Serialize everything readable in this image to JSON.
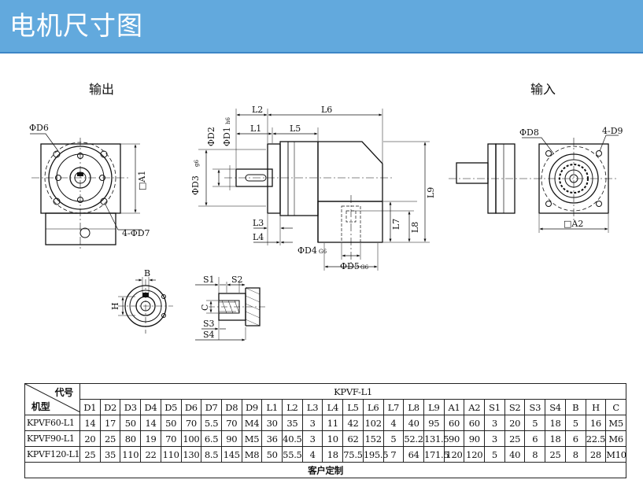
{
  "header": {
    "title": "电机尺寸图"
  },
  "views": {
    "output_label": "输出",
    "input_label": "输入"
  },
  "dims": {
    "D6": "ΦD6",
    "D7": "4-ΦD7",
    "A1": "□A1",
    "L2": "L2",
    "L6": "L6",
    "L1": "L1",
    "L5": "L5",
    "D2": "ΦD2",
    "D1": "ΦD1",
    "D1_fit": "h6",
    "D3": "ΦD3",
    "D3_fit": "g6",
    "L9": "L9",
    "L7": "L7",
    "L8": "L8",
    "L3": "L3",
    "L4": "L4",
    "D4": "ΦD4",
    "D4_fit": "G6",
    "D5": "ΦD5",
    "D5_fit": "G6",
    "D8": "ΦD8",
    "D9": "4-D9",
    "A2": "□A2",
    "B": "B",
    "H": "H",
    "S1": "S1",
    "S2": "S2",
    "C": "C",
    "S3": "S3",
    "S4": "S4"
  },
  "table": {
    "corner_top": "代号",
    "corner_bottom": "机型",
    "series_title": "KPVF-L1",
    "columns": [
      "D1",
      "D2",
      "D3",
      "D4",
      "D5",
      "D6",
      "D7",
      "D8",
      "D9",
      "L1",
      "L2",
      "L3",
      "L4",
      "L5",
      "L6",
      "L7",
      "L8",
      "L9",
      "A1",
      "A2",
      "S1",
      "S2",
      "S3",
      "S4",
      "B",
      "H",
      "C"
    ],
    "rows": [
      {
        "model": "KPVF60-L1",
        "values": [
          "14",
          "17",
          "50",
          "14",
          "50",
          "70",
          "5.5",
          "70",
          "M4",
          "30",
          "35",
          "3",
          "11",
          "42",
          "102",
          "4",
          "40",
          "95",
          "60",
          "60",
          "3",
          "20",
          "5",
          "18",
          "5",
          "16",
          "M5"
        ]
      },
      {
        "model": "KPVF90-L1",
        "values": [
          "20",
          "25",
          "80",
          "19",
          "70",
          "100",
          "6.5",
          "90",
          "M5",
          "36",
          "40.5",
          "3",
          "10",
          "62",
          "152",
          "5",
          "52.2",
          "131.5",
          "90",
          "90",
          "3",
          "25",
          "6",
          "18",
          "6",
          "22.5",
          "M6"
        ]
      },
      {
        "model": "KPVF120-L1",
        "values": [
          "25",
          "35",
          "110",
          "22",
          "110",
          "130",
          "8.5",
          "145",
          "M8",
          "50",
          "55.5",
          "4",
          "18",
          "75.5",
          "195.5",
          "7",
          "64",
          "171.5",
          "120",
          "120",
          "5",
          "40",
          "8",
          "25",
          "8",
          "28",
          "M10"
        ]
      }
    ],
    "footer": "客户定制"
  }
}
